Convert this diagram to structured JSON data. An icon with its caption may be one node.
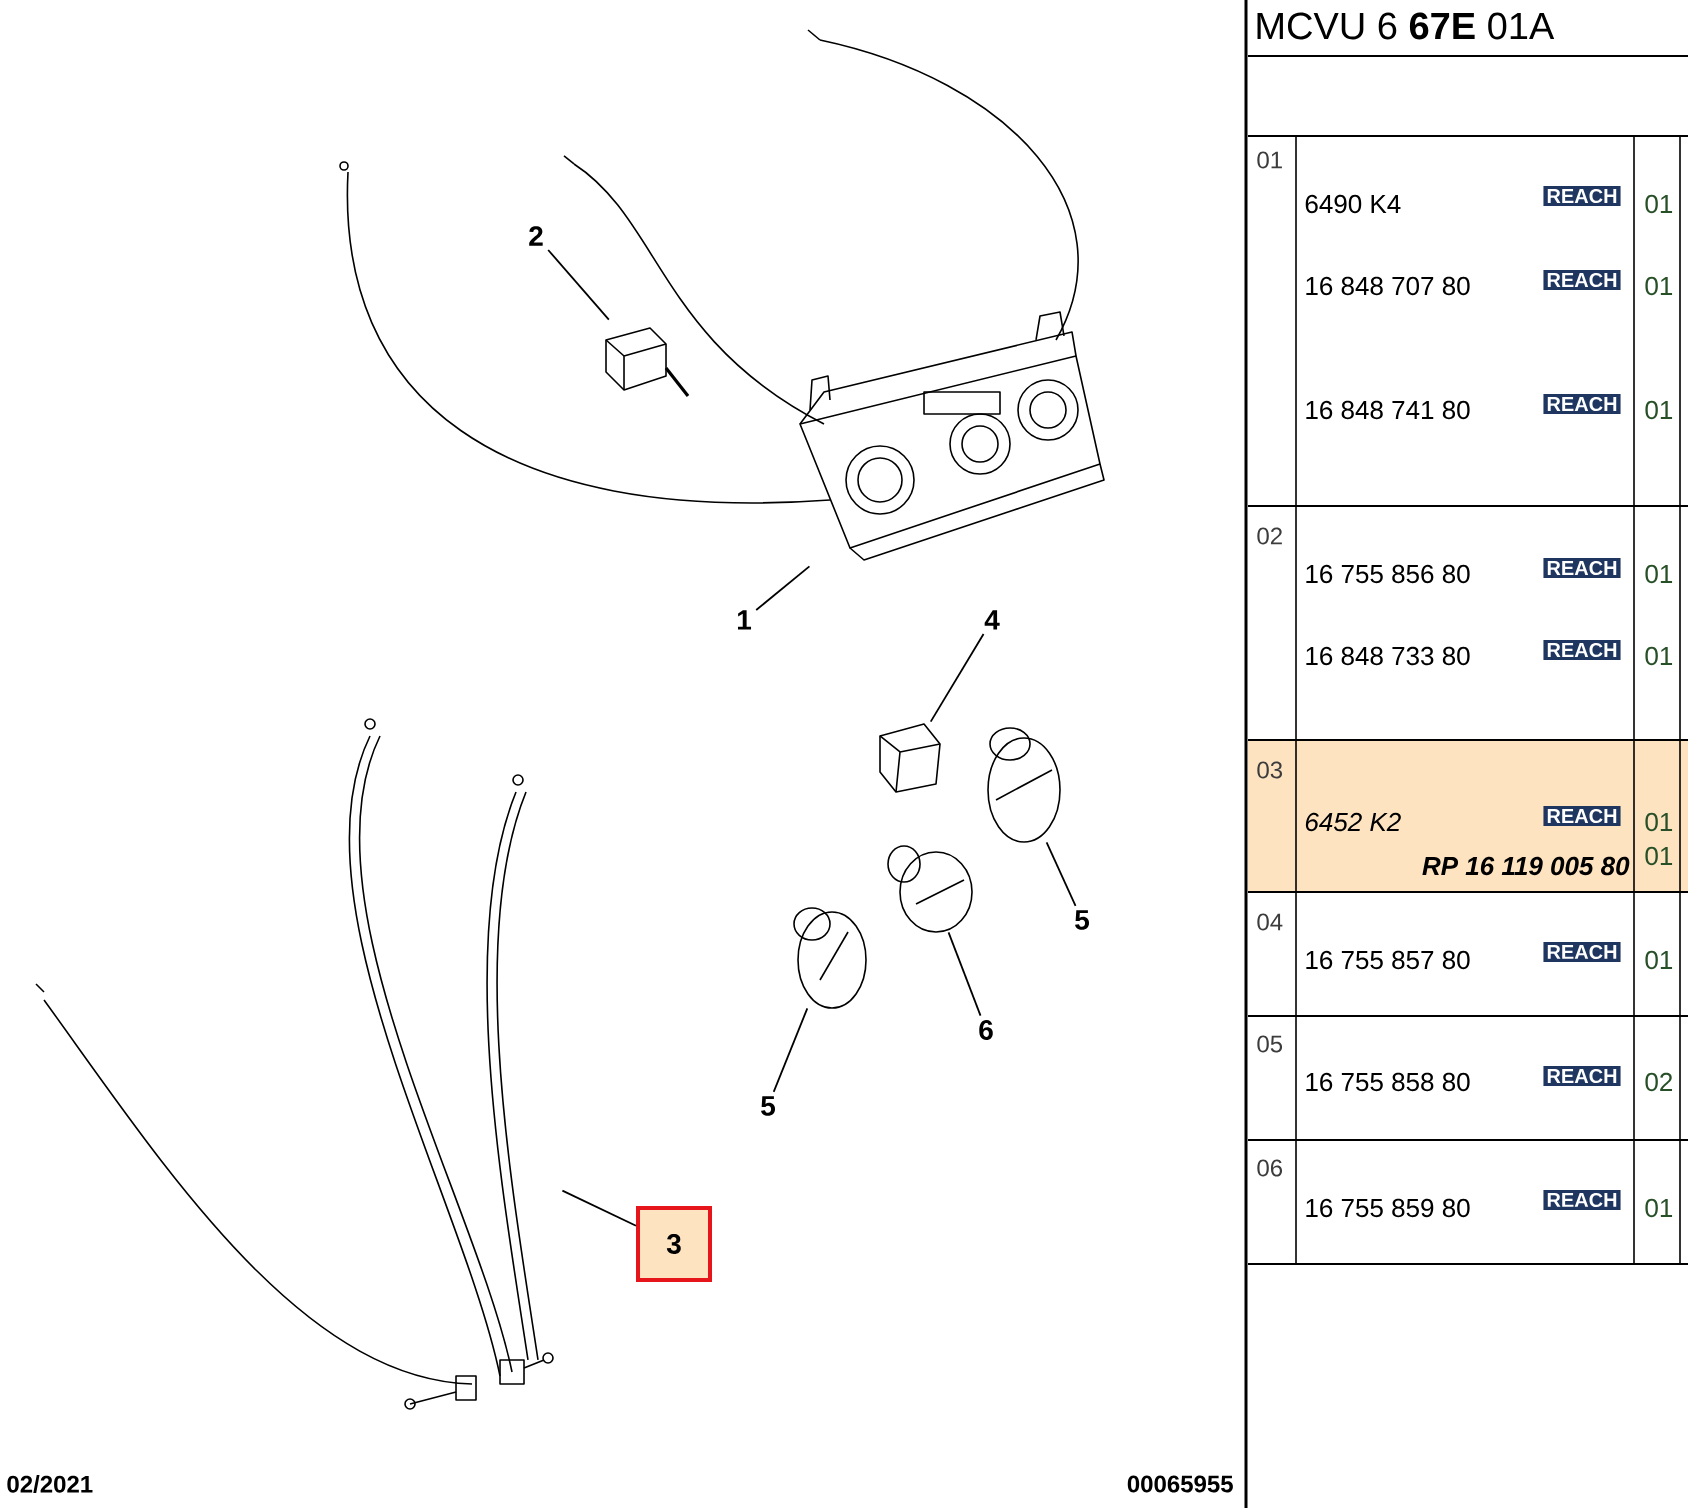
{
  "diagram": {
    "nodes": [
      {
        "text": [
          "2"
        ]
      },
      {
        "text": [
          "1"
        ]
      },
      {
        "text": [
          "4"
        ]
      },
      {
        "text": [
          "5"
        ]
      },
      {
        "text": [
          "6"
        ]
      },
      {
        "text": [
          "5"
        ]
      },
      {
        "text": [
          "3"
        ]
      },
      {
        "text": [],
        "shape": "picture"
      },
      {
        "text": [],
        "shape": "picture"
      },
      {
        "text": [],
        "shape": "picture"
      },
      {
        "text": [],
        "shape": "picture"
      },
      {
        "text": [],
        "shape": "picture"
      },
      {
        "text": [],
        "shape": "picture"
      },
      {
        "text": [],
        "shape": "picture"
      }
    ],
    "edges": [
      {
        "from": 0,
        "to": 7,
        "arrow": "none"
      },
      {
        "from": 1,
        "to": 8,
        "arrow": "none"
      },
      {
        "from": 2,
        "to": 9,
        "arrow": "none"
      },
      {
        "from": 3,
        "to": 10,
        "arrow": "none"
      },
      {
        "from": 4,
        "to": 11,
        "arrow": "none"
      },
      {
        "from": 5,
        "to": 12,
        "arrow": "none"
      },
      {
        "from": 6,
        "to": 13,
        "arrow": "none"
      }
    ],
    "labels": [
      "MCVU 6 **67E** 01A",
      "01",
      "6490 K4",
      "REACH",
      "01",
      "16 848 707 80",
      "REACH",
      "01",
      "16 848 741 80",
      "REACH",
      "01",
      "02",
      "16 755 856 80",
      "REACH",
      "01",
      "16 848 733 80",
      "REACH",
      "01",
      "03",
      "6452 K2",
      "REACH",
      "01",
      "RP 16 119 005 80",
      "01",
      "04",
      "16 755 857 80",
      "REACH",
      "01",
      "05",
      "16 755 858 80",
      "REACH",
      "02",
      "06",
      "16 755 859 80",
      "REACH",
      "01",
      "02/2021",
      "00065955"
    ]
  }
}
